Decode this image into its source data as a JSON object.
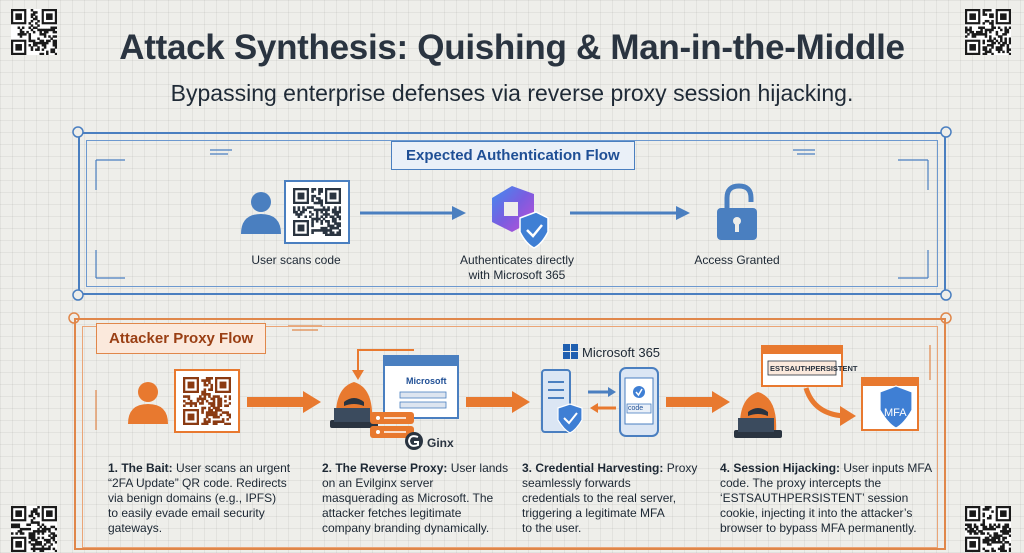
{
  "header": {
    "title": "Attack Synthesis: Quishing & Man-in-the-Middle",
    "subtitle": "Bypassing enterprise defenses via reverse proxy session hijacking."
  },
  "expected_flow": {
    "label": "Expected Authentication Flow",
    "nodes": [
      {
        "caption": "User scans code"
      },
      {
        "caption_line1": "Authenticates directly",
        "caption_line2": "with Microsoft 365"
      },
      {
        "caption": "Access Granted"
      }
    ]
  },
  "attacker_flow": {
    "label": "Attacker Proxy Flow",
    "mock_browser_brand": "Microsoft",
    "server_brand": "Ginx",
    "m365_label": "Microsoft 365",
    "phone_code": "code",
    "cookie_label": "ESTSAUTHPERSISTENT",
    "mfa_label": "MFA",
    "steps": [
      {
        "title": "1. The Bait:",
        "lines": [
          "User scans an urgent",
          "“2FA Update” QR code. Redirects",
          "via benign domains (e.g., IPFS)",
          "to easily evade email security",
          "gateways."
        ]
      },
      {
        "title": "2. The Reverse Proxy:",
        "lines": [
          "User lands",
          "on an Evilginx server",
          "masquerading as Microsoft. The",
          "attacker fetches legitimate",
          "company branding dynamically."
        ]
      },
      {
        "title": "3. Credential Harvesting:",
        "lines": [
          "Proxy",
          "seamlessly forwards",
          "credentials to the real server,",
          "triggering a legitimate MFA",
          "to the user."
        ]
      },
      {
        "title": "4. Session Hijacking:",
        "lines": [
          "User inputs MFA",
          "code. The proxy intercepts the",
          "‘ESTSAUTHPERSISTENT’ session",
          "cookie, injecting it into the attacker’s",
          "browser to bypass MFA permanently."
        ]
      }
    ]
  },
  "colors": {
    "blue": "#4a7fc0",
    "orange": "#e8792f",
    "dark": "#2a3440"
  }
}
